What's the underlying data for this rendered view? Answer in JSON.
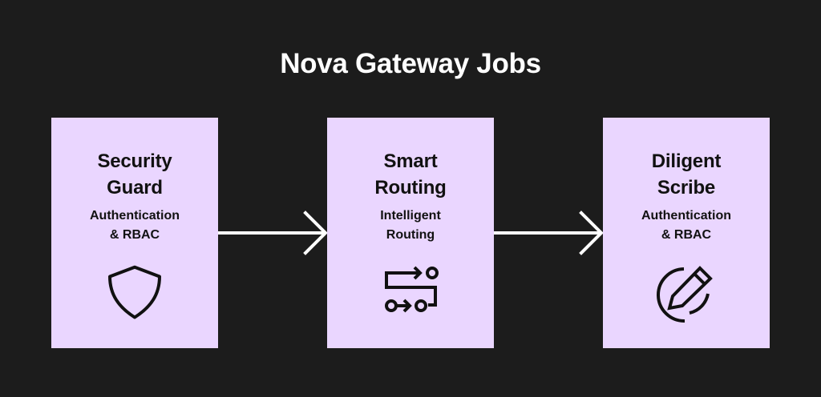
{
  "title": "Nova Gateway Jobs",
  "colors": {
    "background": "#1c1c1c",
    "card": "#ead6ff",
    "text_dark": "#111111",
    "text_light": "#ffffff",
    "arrow": "#ffffff"
  },
  "cards": [
    {
      "name_line1": "Security",
      "name_line2": "Guard",
      "desc_line1": "Authentication",
      "desc_line2": "& RBAC",
      "icon": "shield-icon"
    },
    {
      "name_line1": "Smart",
      "name_line2": "Routing",
      "desc_line1": "Intelligent",
      "desc_line2": "Routing",
      "icon": "route-icon"
    },
    {
      "name_line1": "Diligent",
      "name_line2": "Scribe",
      "desc_line1": "Authentication",
      "desc_line2": "& RBAC",
      "icon": "edit-pencil-icon"
    }
  ],
  "connectors": [
    {
      "from": "Security Guard",
      "to": "Smart Routing",
      "icon": "arrow-right-icon"
    },
    {
      "from": "Smart Routing",
      "to": "Diligent Scribe",
      "icon": "arrow-right-icon"
    }
  ]
}
